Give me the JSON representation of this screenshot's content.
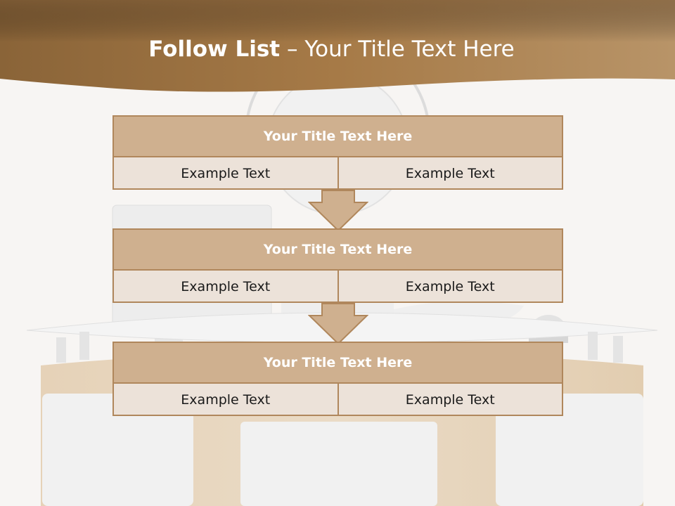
{
  "slide": {
    "title_bold": "Follow List",
    "title_rest": " – Your Title Text Here"
  },
  "blocks": [
    {
      "title": "Your Title Text Here",
      "left": "Example Text",
      "right": "Example Text"
    },
    {
      "title": "Your Title Text Here",
      "left": "Example Text",
      "right": "Example Text"
    },
    {
      "title": "Your Title Text Here",
      "left": "Example Text",
      "right": "Example Text"
    }
  ],
  "colors": {
    "header_brown": "#a87c4c",
    "block_head": "#cfb08f",
    "block_body": "#ece2d9",
    "border": "#b0875c"
  },
  "background_image": "receptionist-3d-figure-at-desk"
}
